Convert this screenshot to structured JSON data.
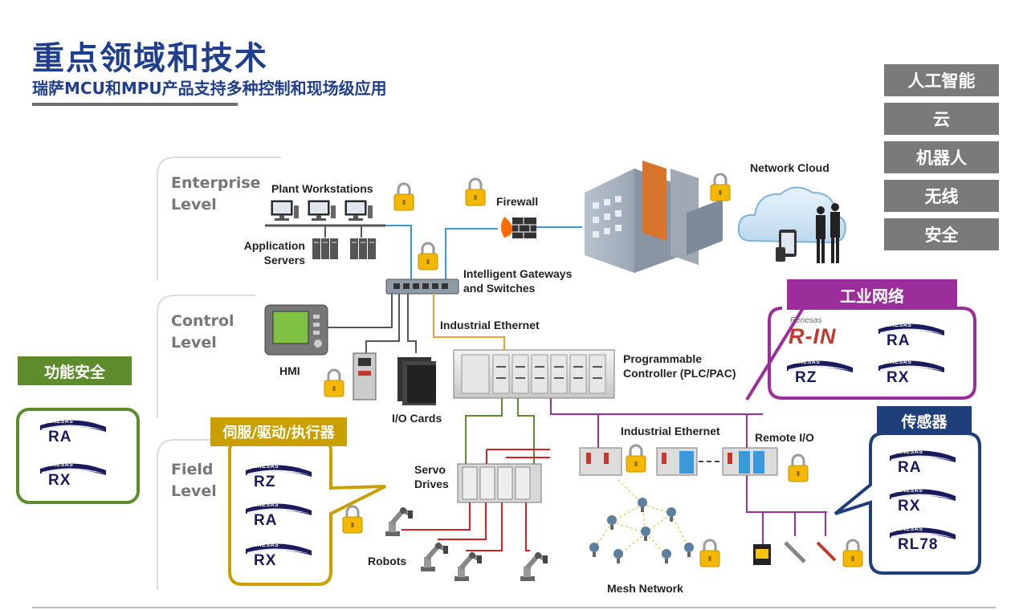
{
  "header": {
    "title": "重点领域和技术",
    "subtitle": "瑞萨MCU和MPU产品支持多种控制和现场级应用"
  },
  "side_topics": [
    "人工智能",
    "云",
    "机器人",
    "无线",
    "安全"
  ],
  "levels": {
    "enterprise": [
      "Enterprise",
      "Level"
    ],
    "control": [
      "Control",
      "Level"
    ],
    "field": [
      "Field",
      "Level"
    ]
  },
  "diagram_labels": {
    "plant_workstations": "Plant Workstations",
    "application_servers": [
      "Application",
      "Servers"
    ],
    "firewall": "Firewall",
    "network_cloud": "Network Cloud",
    "gateways": [
      "Intelligent Gateways",
      "and Switches"
    ],
    "industrial_ethernet_top": "Industrial Ethernet",
    "hmi": "HMI",
    "io_cards": "I/O Cards",
    "plc": [
      "Programmable",
      "Controller (PLC/PAC)"
    ],
    "industrial_ethernet_mid": "Industrial Ethernet",
    "remote_io": "Remote I/O",
    "servo_drives": [
      "Servo",
      "Drives"
    ],
    "robots": "Robots",
    "mesh_network": "Mesh Network"
  },
  "callouts": {
    "functional_safety": {
      "title": "功能安全",
      "products": [
        "RA",
        "RX"
      ]
    },
    "servo_drive": {
      "title": "伺服/驱动/执行器",
      "products": [
        "RZ",
        "RA",
        "RX"
      ]
    },
    "industrial_network": {
      "title": "工业网络",
      "rin_brand": "Renesas",
      "rin_name": "R-IN",
      "products": [
        "RA",
        "RZ",
        "RX"
      ]
    },
    "sensor": {
      "title": "传感器",
      "products": [
        "RA",
        "RX",
        "RL78"
      ]
    }
  },
  "logo_text": "RENESAS",
  "colors": {
    "title_blue": "#1f3f8c",
    "side_box_gray": "#7a7a7a",
    "green": "#5e8c2d",
    "gold": "#c9a000",
    "purple": "#9b2e9b",
    "navy": "#1e3f7a",
    "ethernet_orange": "#f0a030",
    "network_blue": "#3a9ad9",
    "serial_red": "#d62020",
    "fieldbus_purple": "#9b2e9b"
  }
}
